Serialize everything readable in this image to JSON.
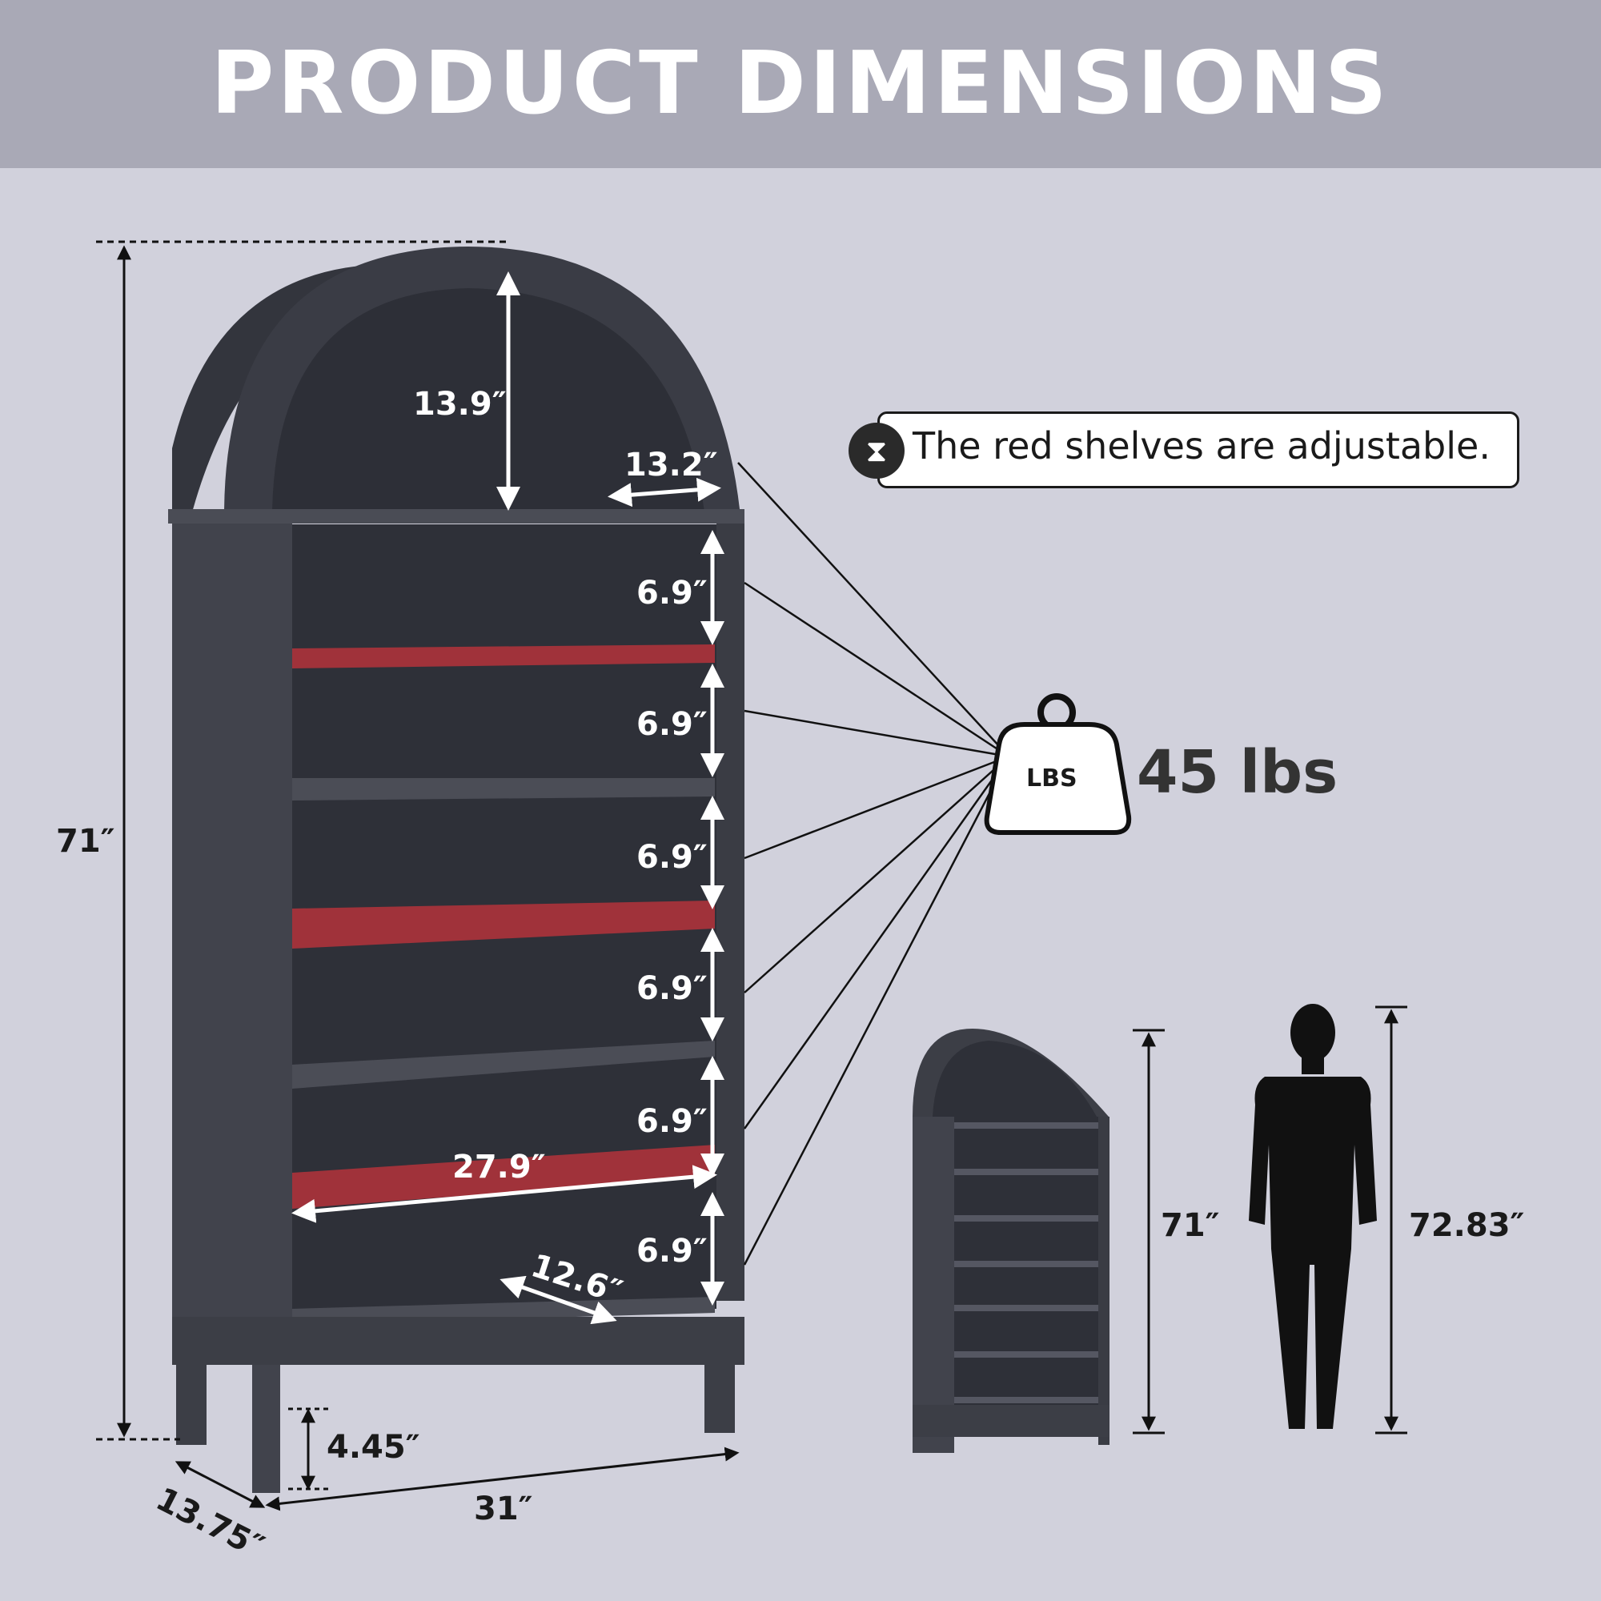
{
  "header": {
    "title": "PRODUCT DIMENSIONS"
  },
  "note": {
    "text": "The red shelves are adjustable.",
    "icon": "adjust-icon"
  },
  "weight": {
    "value": "45 lbs",
    "badge": "LBS",
    "icon": "weight-icon"
  },
  "dimensions": {
    "total_height": "71″",
    "arch_height": "13.9″",
    "arch_depth": "13.2″",
    "shelf_gap": "6.9″",
    "shelf_width": "27.9″",
    "shelf_depth": "12.6″",
    "leg_height": "4.45″",
    "width": "31″",
    "depth": "13.75″"
  },
  "comparison": {
    "shelf_height": "71″",
    "person_height": "72.83″"
  },
  "colors": {
    "background": "#d1d1dc",
    "header": "#a9a9b6",
    "wood": "#3e4049",
    "red_shelf": "#a0323a"
  }
}
